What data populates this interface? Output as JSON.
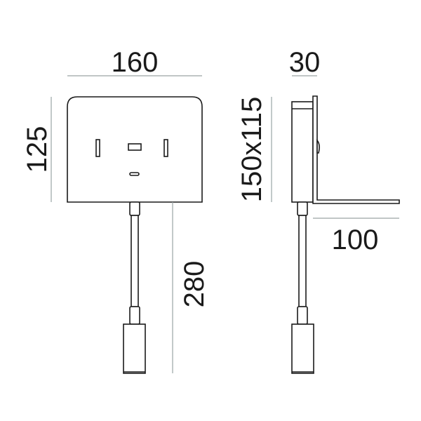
{
  "dimensions": {
    "width": "160",
    "height": "125",
    "cable_length": "280",
    "depth": "30",
    "shade_size": "150x115",
    "shelf_depth": "100"
  },
  "colors": {
    "outline": "#1a1a1a",
    "dimension_line": "#9aa5a5"
  }
}
